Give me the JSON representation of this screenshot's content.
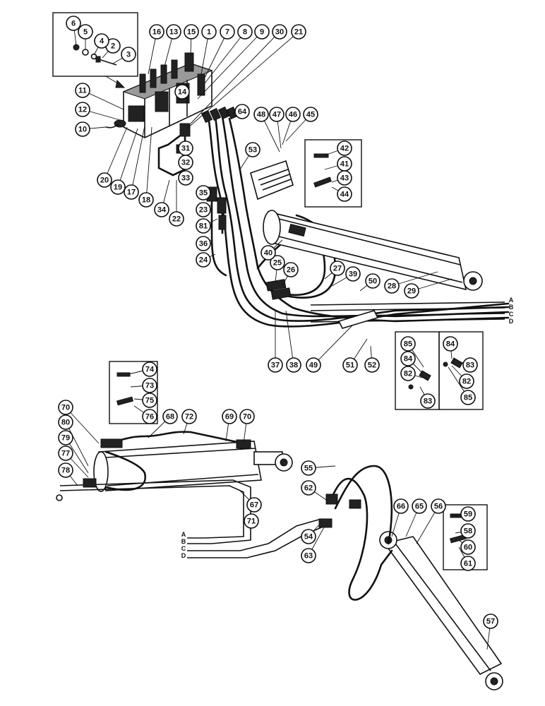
{
  "callouts": [
    "1",
    "2",
    "3",
    "4",
    "5",
    "6",
    "7",
    "8",
    "9",
    "10",
    "11",
    "12",
    "13",
    "14",
    "15",
    "16",
    "17",
    "18",
    "19",
    "20",
    "21",
    "22",
    "23",
    "24",
    "25",
    "26",
    "27",
    "28",
    "29",
    "30",
    "31",
    "32",
    "33",
    "34",
    "35",
    "36",
    "37",
    "38",
    "39",
    "40",
    "41",
    "42",
    "43",
    "44",
    "45",
    "46",
    "47",
    "48",
    "49",
    "50",
    "51",
    "52",
    "53",
    "54",
    "55",
    "56",
    "57",
    "58",
    "59",
    "60",
    "61",
    "62",
    "63",
    "64",
    "65",
    "66",
    "67",
    "68",
    "69",
    "70",
    "71",
    "72",
    "73",
    "74",
    "75",
    "76",
    "77",
    "78",
    "79",
    "80",
    "81",
    "82",
    "83",
    "84",
    "85"
  ],
  "line_letters": {
    "top": [
      "A",
      "B",
      "C",
      "D"
    ],
    "left": [
      "A",
      "B",
      "C",
      "D"
    ]
  }
}
